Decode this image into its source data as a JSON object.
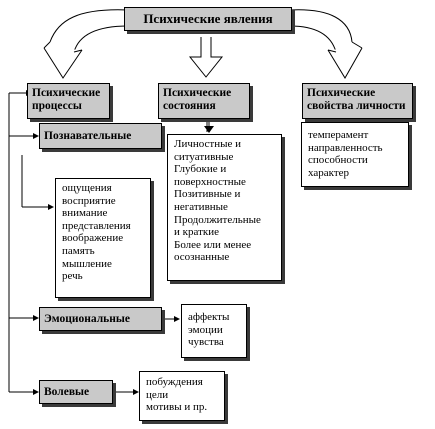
{
  "title": "Психические явления",
  "categories": {
    "processes": "Психические процессы",
    "states": "Психические состояния",
    "properties": "Психические свойства личности"
  },
  "process_types": {
    "cognitive": "Познавательные",
    "emotional": "Эмоциональные",
    "volitional": "Волевые"
  },
  "lists": {
    "cognitive_items": [
      "ощущения",
      "восприятие",
      "внимание",
      "представления",
      "воображение",
      "память",
      "мышление",
      "речь"
    ],
    "states_items": [
      "Личностные и",
      "ситуативные",
      "Глубокие и",
      "поверхностные",
      "Позитивные и",
      "негативные",
      "Продолжительные",
      "и краткие",
      "Более или менее",
      "осознанные"
    ],
    "properties_items": [
      "темперамент",
      "направленность",
      "способности",
      "характер"
    ],
    "emotional_items": [
      "аффекты",
      "эмоции",
      "чувства"
    ],
    "volitional_items": [
      "побуждения",
      "цели",
      "мотивы и пр."
    ]
  },
  "colors": {
    "header_fill": "#c9c9c9",
    "shadow": "#3a3a3a",
    "line": "#000000"
  }
}
